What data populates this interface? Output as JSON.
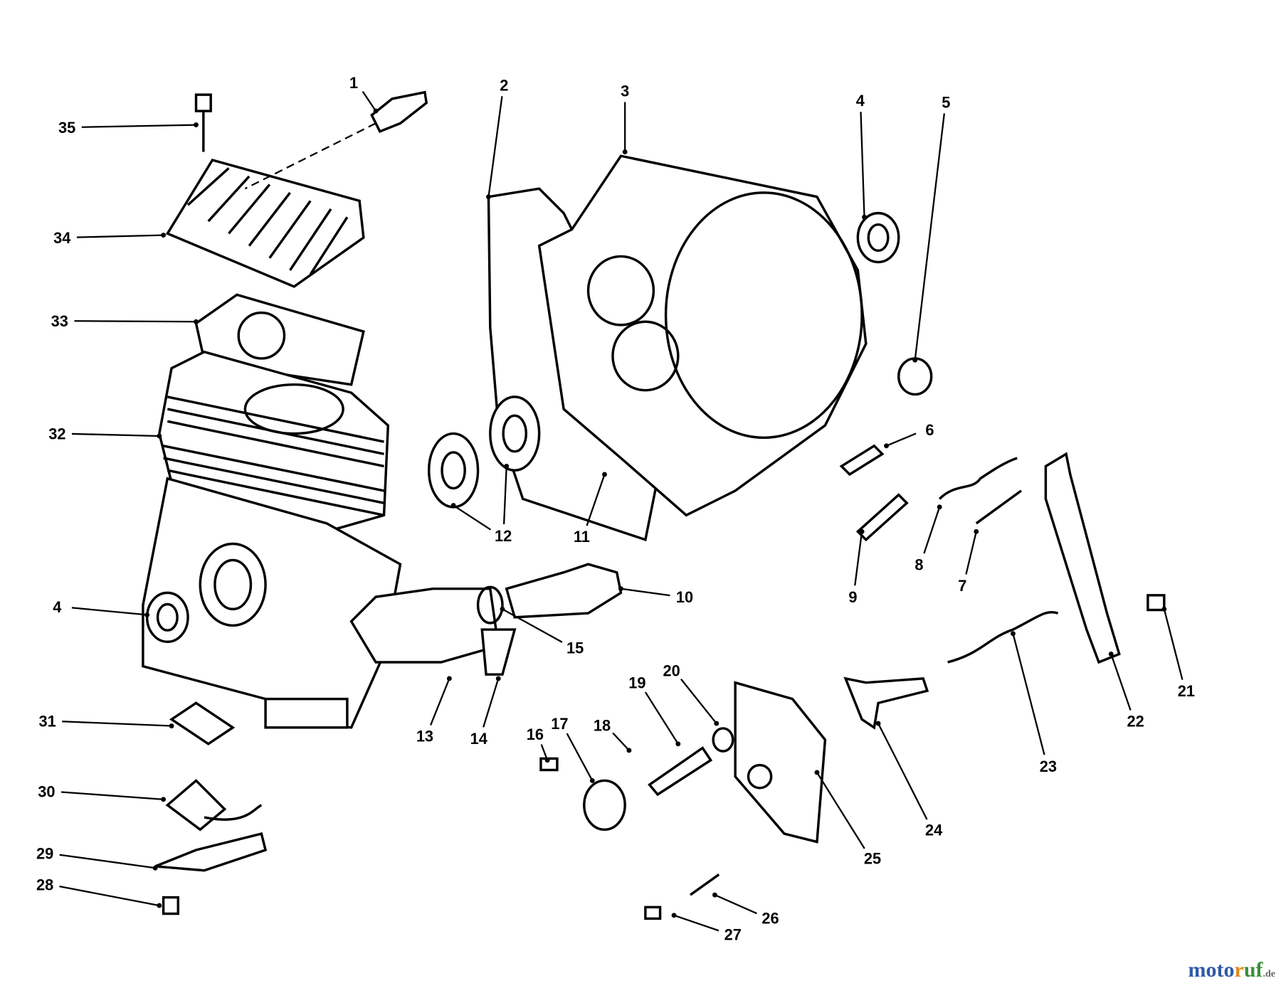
{
  "callouts": [
    "1",
    "35",
    "34",
    "33",
    "32",
    "4",
    "31",
    "30",
    "29",
    "28",
    "2",
    "3",
    "4",
    "5",
    "6",
    "12",
    "11",
    "9",
    "8",
    "7",
    "10",
    "15",
    "13",
    "14",
    "16",
    "17",
    "18",
    "19",
    "20",
    "21",
    "22",
    "23",
    "24",
    "25",
    "26",
    "27"
  ],
  "watermark": {
    "text_a": "moto",
    "text_b": "r",
    "text_c": "uf",
    "text_d": ".de"
  },
  "colors": {
    "line": "#000000",
    "background": "#ffffff",
    "watermark_blue": "#2f5aa8",
    "watermark_orange": "#e08a1e",
    "watermark_green": "#3b8f3b"
  }
}
